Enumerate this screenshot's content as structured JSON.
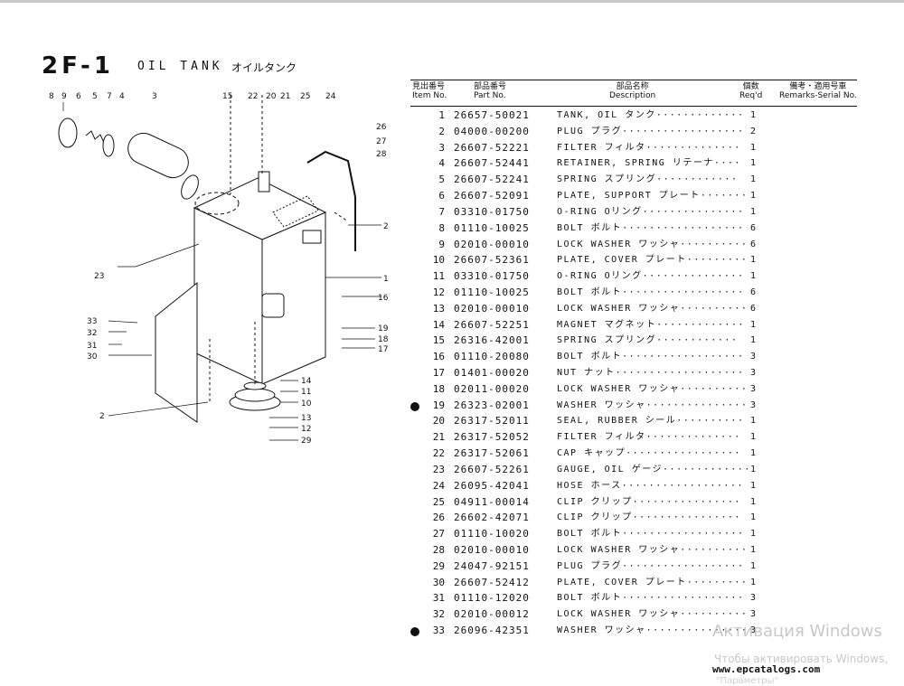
{
  "header": {
    "page_code": "2F-1",
    "title": "OIL TANK",
    "title_jp": "オイルタンク"
  },
  "table_header": {
    "item_jp": "見出番号",
    "item_en": "Item No.",
    "part_jp": "部品番号",
    "part_en": "Part No.",
    "desc_jp": "部品名称",
    "desc_en": "Description",
    "req_jp": "個数",
    "req_en": "Req'd",
    "remarks_jp": "備考・適用号車",
    "remarks_en": "Remarks-Serial No."
  },
  "parts": [
    {
      "no": "1",
      "part_no": "26657-50021",
      "description": "TANK, OIL タンク·············",
      "qty": "1",
      "marked": false
    },
    {
      "no": "2",
      "part_no": "04000-00200",
      "description": "PLUG プラグ··················",
      "qty": "2",
      "marked": false
    },
    {
      "no": "3",
      "part_no": "26607-52221",
      "description": "FILTER フィルタ··············",
      "qty": "1",
      "marked": false
    },
    {
      "no": "4",
      "part_no": "26607-52441",
      "description": "RETAINER, SPRING リテーナ····",
      "qty": "1",
      "marked": false
    },
    {
      "no": "5",
      "part_no": "26607-52241",
      "description": "SPRING スプリング············",
      "qty": "1",
      "marked": false
    },
    {
      "no": "6",
      "part_no": "26607-52091",
      "description": "PLATE, SUPPORT プレート·······",
      "qty": "1",
      "marked": false
    },
    {
      "no": "7",
      "part_no": "03310-01750",
      "description": "O-RING Oリング···············",
      "qty": "1",
      "marked": false
    },
    {
      "no": "8",
      "part_no": "01110-10025",
      "description": "BOLT ボルト··················",
      "qty": "6",
      "marked": false
    },
    {
      "no": "9",
      "part_no": "02010-00010",
      "description": "LOCK WASHER ワッシャ··········",
      "qty": "6",
      "marked": false
    },
    {
      "no": "10",
      "part_no": "26607-52361",
      "description": "PLATE, COVER プレート·········",
      "qty": "1",
      "marked": false
    },
    {
      "no": "11",
      "part_no": "03310-01750",
      "description": "O-RING Oリング···············",
      "qty": "1",
      "marked": false
    },
    {
      "no": "12",
      "part_no": "01110-10025",
      "description": "BOLT ボルト··················",
      "qty": "6",
      "marked": false
    },
    {
      "no": "13",
      "part_no": "02010-00010",
      "description": "LOCK WASHER ワッシャ··········",
      "qty": "6",
      "marked": false
    },
    {
      "no": "14",
      "part_no": "26607-52251",
      "description": "MAGNET マグネット·············",
      "qty": "1",
      "marked": false
    },
    {
      "no": "15",
      "part_no": "26316-42001",
      "description": "SPRING スプリング············",
      "qty": "1",
      "marked": false
    },
    {
      "no": "16",
      "part_no": "01110-20080",
      "description": "BOLT ボルト··················",
      "qty": "3",
      "marked": false
    },
    {
      "no": "17",
      "part_no": "01401-00020",
      "description": "NUT ナット···················",
      "qty": "3",
      "marked": false
    },
    {
      "no": "18",
      "part_no": "02011-00020",
      "description": "LOCK WASHER ワッシャ··········",
      "qty": "3",
      "marked": false
    },
    {
      "no": "19",
      "part_no": "26323-02001",
      "description": "WASHER ワッシャ···············",
      "qty": "3",
      "marked": true
    },
    {
      "no": "20",
      "part_no": "26317-52011",
      "description": "SEAL, RUBBER シール··········",
      "qty": "1",
      "marked": false
    },
    {
      "no": "21",
      "part_no": "26317-52052",
      "description": "FILTER フィルタ··············",
      "qty": "1",
      "marked": false
    },
    {
      "no": "22",
      "part_no": "26317-52061",
      "description": "CAP キャップ·················",
      "qty": "1",
      "marked": false
    },
    {
      "no": "23",
      "part_no": "26607-52261",
      "description": "GAUGE, OIL ゲージ·············",
      "qty": "1",
      "marked": false
    },
    {
      "no": "24",
      "part_no": "26095-42041",
      "description": "HOSE ホース··················",
      "qty": "1",
      "marked": false
    },
    {
      "no": "25",
      "part_no": "04911-00014",
      "description": "CLIP クリップ················",
      "qty": "1",
      "marked": false
    },
    {
      "no": "26",
      "part_no": "26602-42071",
      "description": "CLIP クリップ················",
      "qty": "1",
      "marked": false
    },
    {
      "no": "27",
      "part_no": "01110-10020",
      "description": "BOLT ボルト··················",
      "qty": "1",
      "marked": false
    },
    {
      "no": "28",
      "part_no": "02010-00010",
      "description": "LOCK WASHER ワッシャ··········",
      "qty": "1",
      "marked": false
    },
    {
      "no": "29",
      "part_no": "24047-92151",
      "description": "PLUG プラグ··················",
      "qty": "1",
      "marked": false
    },
    {
      "no": "30",
      "part_no": "26607-52412",
      "description": "PLATE, COVER プレート·········",
      "qty": "1",
      "marked": false
    },
    {
      "no": "31",
      "part_no": "01110-12020",
      "description": "BOLT ボルト··················",
      "qty": "3",
      "marked": false
    },
    {
      "no": "32",
      "part_no": "02010-00012",
      "description": "LOCK WASHER ワッシャ··········",
      "qty": "3",
      "marked": false
    },
    {
      "no": "33",
      "part_no": "26096-42351",
      "description": "WASHER ワッシャ···············",
      "qty": "3",
      "marked": true
    }
  ],
  "diagram": {
    "callouts": [
      "8",
      "9",
      "6",
      "5",
      "7",
      "4",
      "3",
      "15",
      "22",
      "20",
      "21",
      "25",
      "24",
      "26",
      "27",
      "28",
      "2",
      "1",
      "16",
      "19",
      "18",
      "17",
      "23",
      "33",
      "32",
      "31",
      "30",
      "14",
      "11",
      "10",
      "13",
      "12",
      "29",
      "2"
    ]
  },
  "overlay": {
    "watermark_line1": "Активация Windows",
    "watermark_line2": "Чтобы активировать Windows,",
    "watermark_line3": "\"Параметры\"",
    "site": "www.epcatalogs.com"
  }
}
